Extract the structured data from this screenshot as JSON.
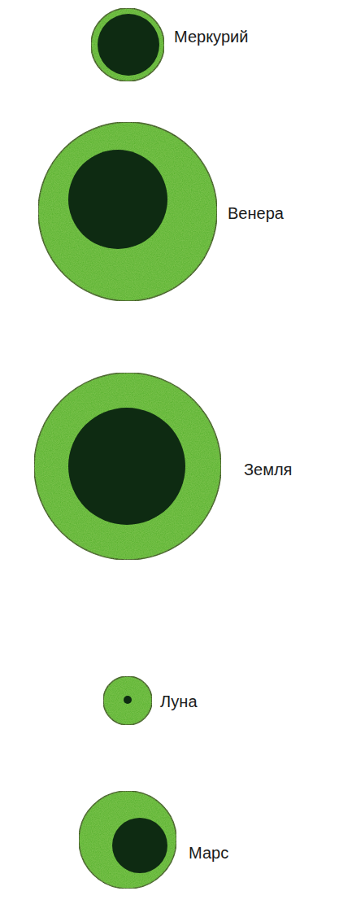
{
  "diagram": {
    "nodes": [
      {
        "text": [
          "Меркурий"
        ]
      },
      {
        "text": [
          "Венера"
        ]
      },
      {
        "text": [
          "Земля"
        ]
      },
      {
        "text": [
          "Луна"
        ]
      },
      {
        "text": [
          "Марс"
        ]
      }
    ]
  }
}
